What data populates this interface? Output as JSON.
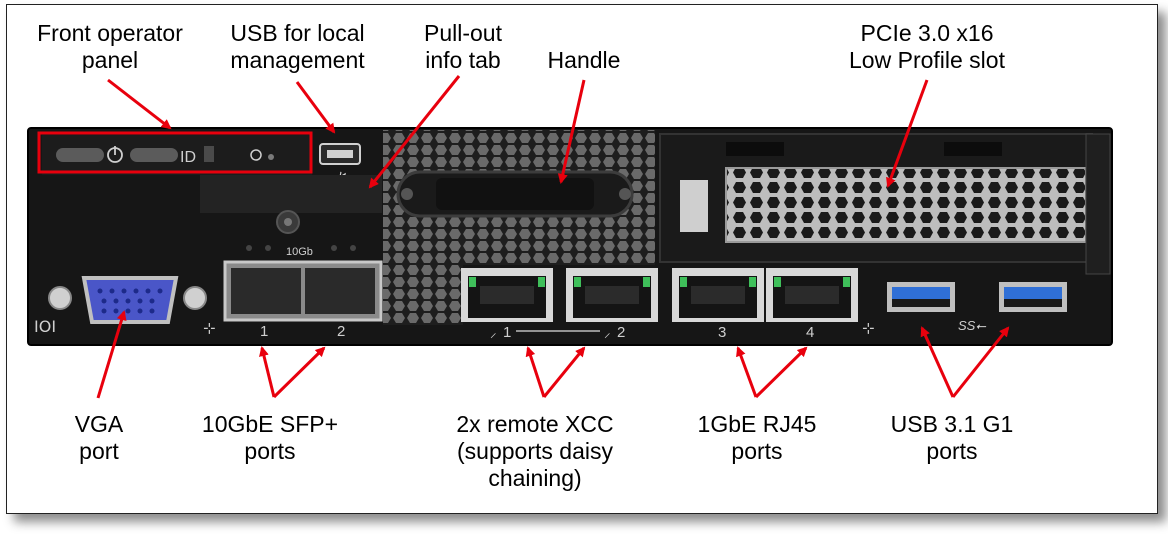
{
  "labels": {
    "front_operator_panel": "Front operator\npanel",
    "usb_local": "USB for local\nmanagement",
    "pull_out": "Pull-out\ninfo tab",
    "handle": "Handle",
    "pcie": "PCIe 3.0 x16\nLow Profile slot",
    "vga": "VGA\nport",
    "sfp": "10GbE SFP+\nports",
    "xcc": "2x remote XCC\n(supports daisy\nchaining)",
    "rj45": "1GbE RJ45\nports",
    "usb31": "USB 3.1 G1\nports"
  },
  "panel_marks": {
    "ten_gb": "10Gb",
    "sfp_1": "1",
    "sfp_2": "2",
    "rj_1": "1",
    "rj_2": "2",
    "rj_3": "3",
    "rj_4": "4",
    "id": "ID",
    "ss": "SS"
  },
  "colors": {
    "arrow": "#e8000d",
    "chassis": "#161616",
    "vga_port": "#4a56c8",
    "usb_blue": "#2f6fd6"
  }
}
